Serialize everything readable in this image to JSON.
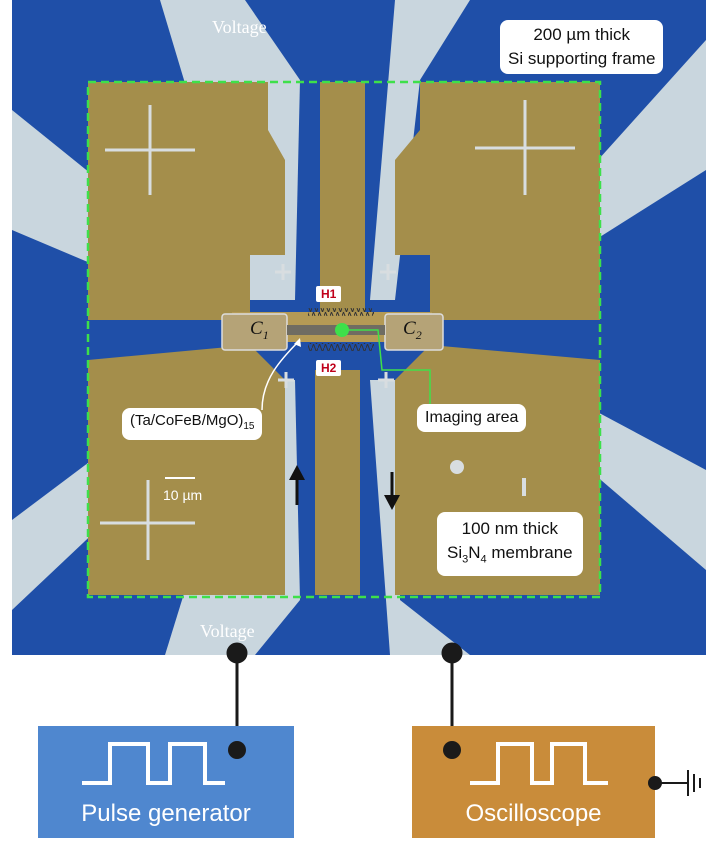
{
  "labels": {
    "voltage_top": "Voltage",
    "voltage_bottom": "Voltage",
    "frame_line1": "200 µm thick",
    "frame_line2": "Si supporting frame",
    "h1": "H1",
    "h2": "H2",
    "c1": "C",
    "c1_sub": "1",
    "c2": "C",
    "c2_sub": "2",
    "multilayer": "(Ta/CoFeB/MgO)",
    "multilayer_sub": "15",
    "imaging_area": "Imaging area",
    "scale_bar": "10 µm",
    "membrane_line1": "100 nm thick",
    "membrane_line2_pre": "Si",
    "membrane_line2_sub1": "3",
    "membrane_line2_mid": "N",
    "membrane_line2_sub2": "4",
    "membrane_line2_post": " membrane",
    "pulse_generator": "Pulse generator",
    "oscilloscope": "Oscilloscope"
  },
  "colors": {
    "substrate_blue": "#1f4fa8",
    "electrode_lightblue": "#c9d6de",
    "membrane_gold": "#a48e4b",
    "dashed_green": "#3ee04a",
    "pulse_box": "#4f87cf",
    "scope_box": "#c98c3a",
    "label_red": "#c0001a"
  },
  "icons": [
    "ground-icon",
    "pulse-waveform-icon",
    "arrow-up-icon",
    "arrow-down-icon"
  ]
}
